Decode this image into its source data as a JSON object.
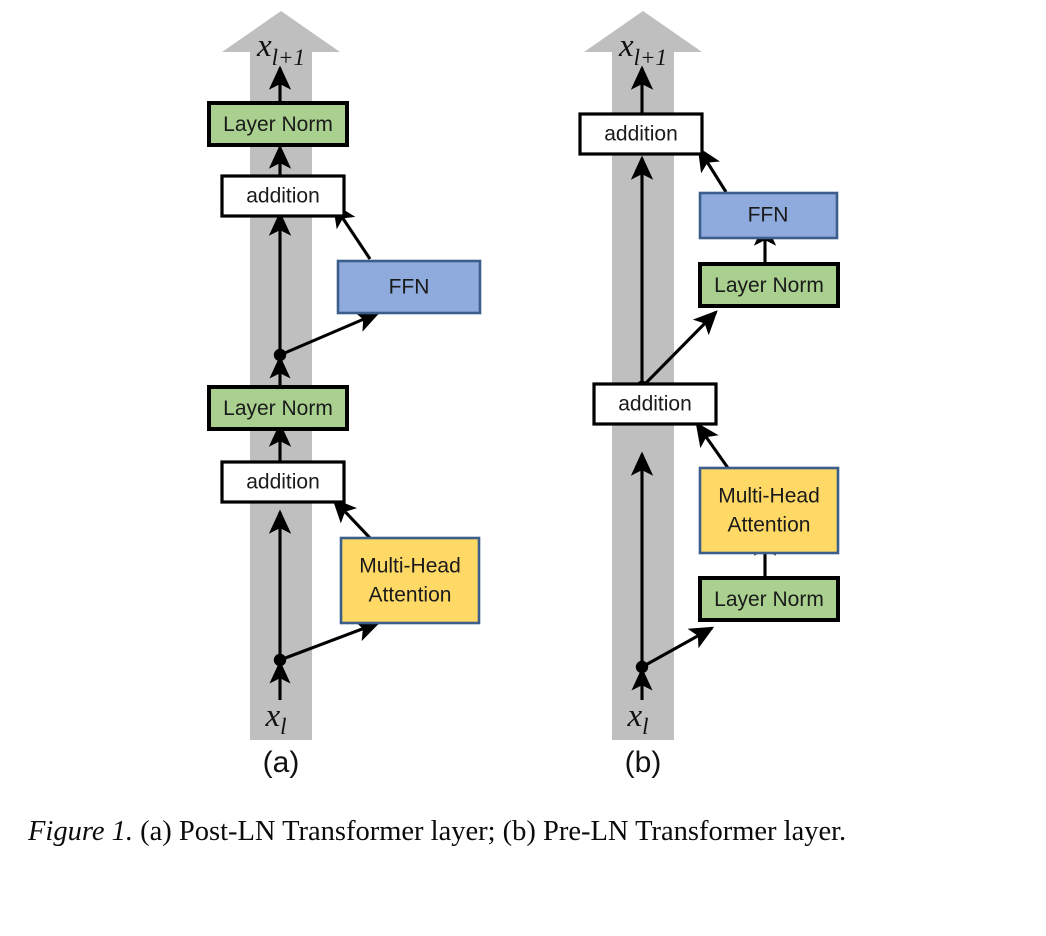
{
  "figure": {
    "caption_prefix": "Figure 1.",
    "caption_text": " (a) Post-LN Transformer layer; (b) Pre-LN Transformer layer.",
    "colors": {
      "layer_norm_fill": "#A9D08E",
      "layer_norm_stroke": "#000000",
      "ffn_fill": "#8FAADC",
      "ffn_stroke": "#3C5E8B",
      "attention_fill": "#FFD966",
      "attention_stroke": "#3C5E8B",
      "addition_fill": "#FFFFFF",
      "addition_stroke": "#000000",
      "residual_pillar": "#BFBFBF",
      "arrow": "#000000",
      "text": "#111111"
    }
  },
  "panels": [
    {
      "id": "a",
      "label": "(a)",
      "title": "Post-LN Transformer layer",
      "input_label": "x",
      "input_sub": "l",
      "output_label": "x",
      "output_sub": "l+1",
      "blocks": [
        {
          "name": "layer-norm-top",
          "label": "Layer Norm",
          "type": "layer-norm"
        },
        {
          "name": "addition-top",
          "label": "addition",
          "type": "addition"
        },
        {
          "name": "ffn",
          "label": "FFN",
          "type": "ffn"
        },
        {
          "name": "layer-norm-bottom",
          "label": "Layer Norm",
          "type": "layer-norm"
        },
        {
          "name": "addition-bottom",
          "label": "addition",
          "type": "addition"
        },
        {
          "name": "multi-head-attention",
          "label": "Multi-Head\nAttention",
          "label_line1": "Multi-Head",
          "label_line2": "Attention",
          "type": "attention"
        }
      ]
    },
    {
      "id": "b",
      "label": "(b)",
      "title": "Pre-LN Transformer layer",
      "input_label": "x",
      "input_sub": "l",
      "output_label": "x",
      "output_sub": "l+1",
      "blocks": [
        {
          "name": "addition-top",
          "label": "addition",
          "type": "addition"
        },
        {
          "name": "ffn",
          "label": "FFN",
          "type": "ffn"
        },
        {
          "name": "layer-norm-top",
          "label": "Layer Norm",
          "type": "layer-norm"
        },
        {
          "name": "addition-bottom",
          "label": "addition",
          "type": "addition"
        },
        {
          "name": "multi-head-attention",
          "label": "Multi-Head\nAttention",
          "label_line1": "Multi-Head",
          "label_line2": "Attention",
          "type": "attention"
        },
        {
          "name": "layer-norm-bottom",
          "label": "Layer Norm",
          "type": "layer-norm"
        }
      ]
    }
  ]
}
